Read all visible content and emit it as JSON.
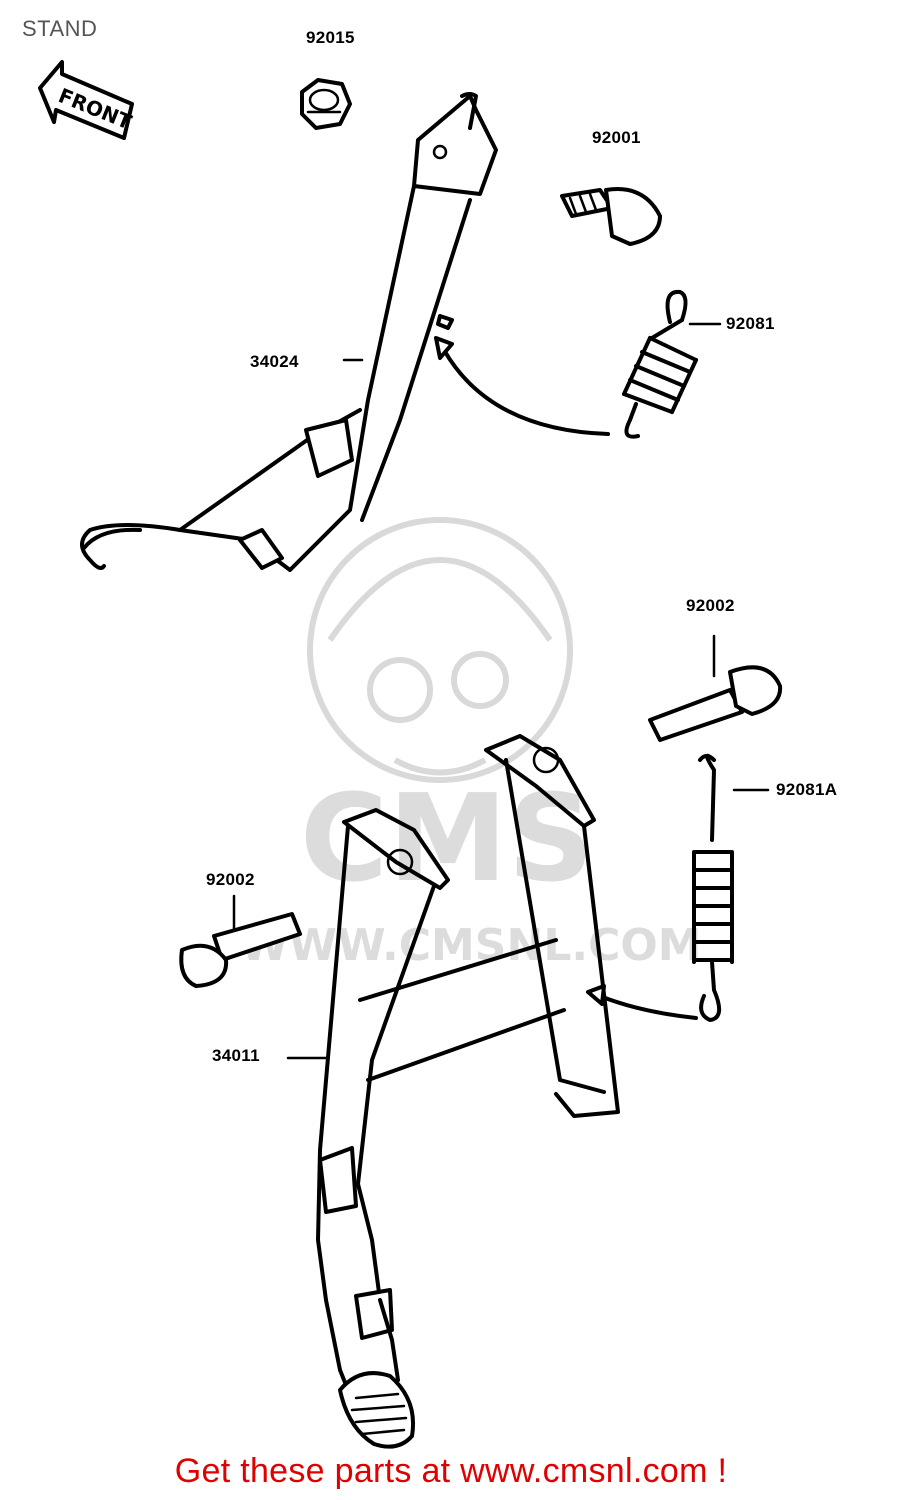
{
  "title": "STAND",
  "front_arrow_text": "FRONT",
  "watermark": {
    "logo_text": "CMS",
    "url_text": "WWW.CMSNL.COM"
  },
  "parts": [
    {
      "id": "nut",
      "number": "92015"
    },
    {
      "id": "side-stand-bolt",
      "number": "92001"
    },
    {
      "id": "side-stand-spring",
      "number": "92081"
    },
    {
      "id": "side-stand",
      "number": "34024"
    },
    {
      "id": "center-stand-bolt-right",
      "number": "92002"
    },
    {
      "id": "center-stand-spring",
      "number": "92081A"
    },
    {
      "id": "center-stand-bolt-left",
      "number": "92002"
    },
    {
      "id": "center-stand",
      "number": "34011"
    }
  ],
  "footer": "Get these parts at www.cmsnl.com !"
}
